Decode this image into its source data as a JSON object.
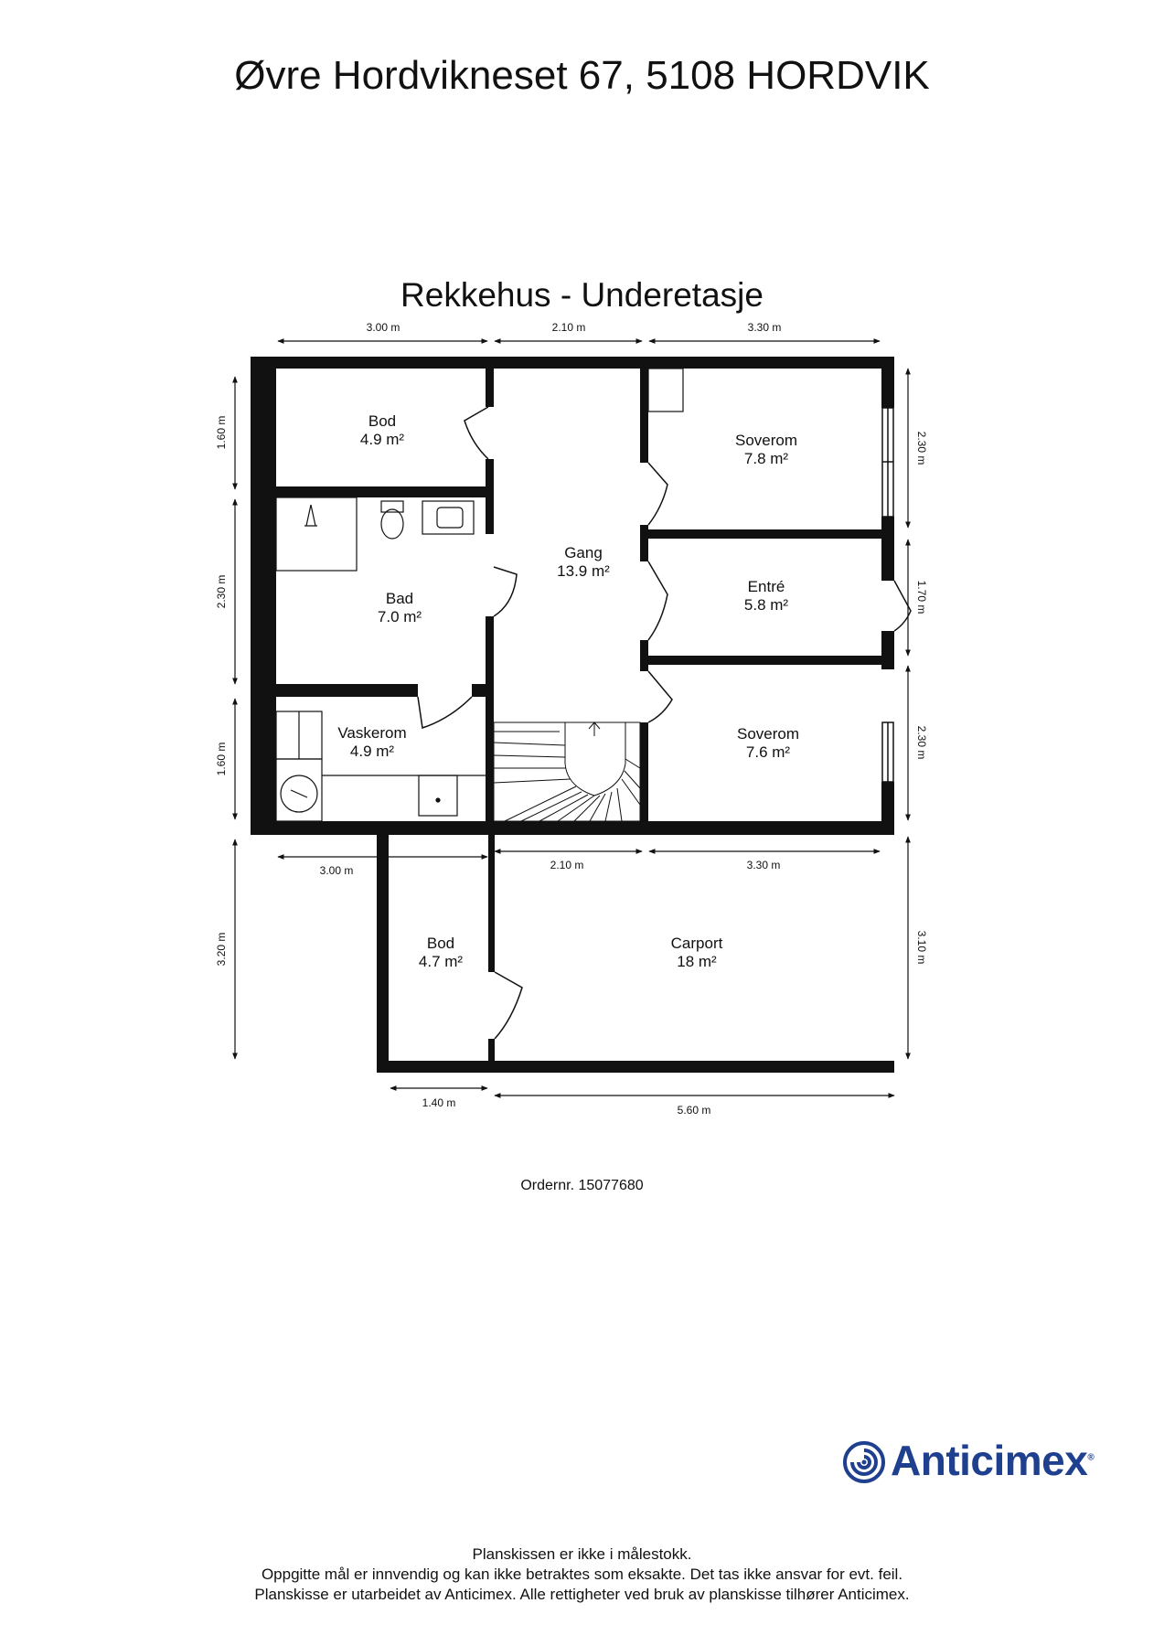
{
  "header": {
    "address": "Øvre Hordvikneset 67, 5108 HORDVIK"
  },
  "plan": {
    "title": "Rekkehus - Underetasje",
    "rooms": {
      "bod_top": {
        "name": "Bod",
        "area": "4.9 m²"
      },
      "bad": {
        "name": "Bad",
        "area": "7.0 m²"
      },
      "vaskerom": {
        "name": "Vaskerom",
        "area": "4.9 m²"
      },
      "gang": {
        "name": "Gang",
        "area": "13.9 m²"
      },
      "soverom_top": {
        "name": "Soverom",
        "area": "7.8 m²"
      },
      "entre": {
        "name": "Entré",
        "area": "5.8 m²"
      },
      "soverom_bottom": {
        "name": "Soverom",
        "area": "7.6 m²"
      },
      "bod_bottom": {
        "name": "Bod",
        "area": "4.7 m²"
      },
      "carport": {
        "name": "Carport",
        "area": "18 m²"
      }
    },
    "dimensions": {
      "top_left": "3.00 m",
      "top_mid": "2.10 m",
      "top_right": "3.30 m",
      "left_1": "1.60 m",
      "left_2": "2.30 m",
      "left_3": "1.60 m",
      "left_4": "3.20 m",
      "right_1": "2.30 m",
      "right_2": "1.70 m",
      "right_3": "2.30 m",
      "right_4": "3.10 m",
      "mid_left": "3.00 m",
      "mid_mid": "2.10 m",
      "mid_right": "3.30 m",
      "bottom_left": "1.40 m",
      "bottom_right": "5.60 m"
    }
  },
  "order": "Ordernr. 15077680",
  "logo": {
    "text": "Anticimex",
    "reg": "®",
    "color": "#1f3f8f"
  },
  "footer": {
    "line1": "Planskissen er ikke i målestokk.",
    "line2": "Oppgitte mål er innvendig og kan ikke betraktes som eksakte. Det tas ikke ansvar for evt. feil.",
    "line3": "Planskisse er utarbeidet av Anticimex. Alle rettigheter ved bruk av planskisse tilhører Anticimex."
  }
}
